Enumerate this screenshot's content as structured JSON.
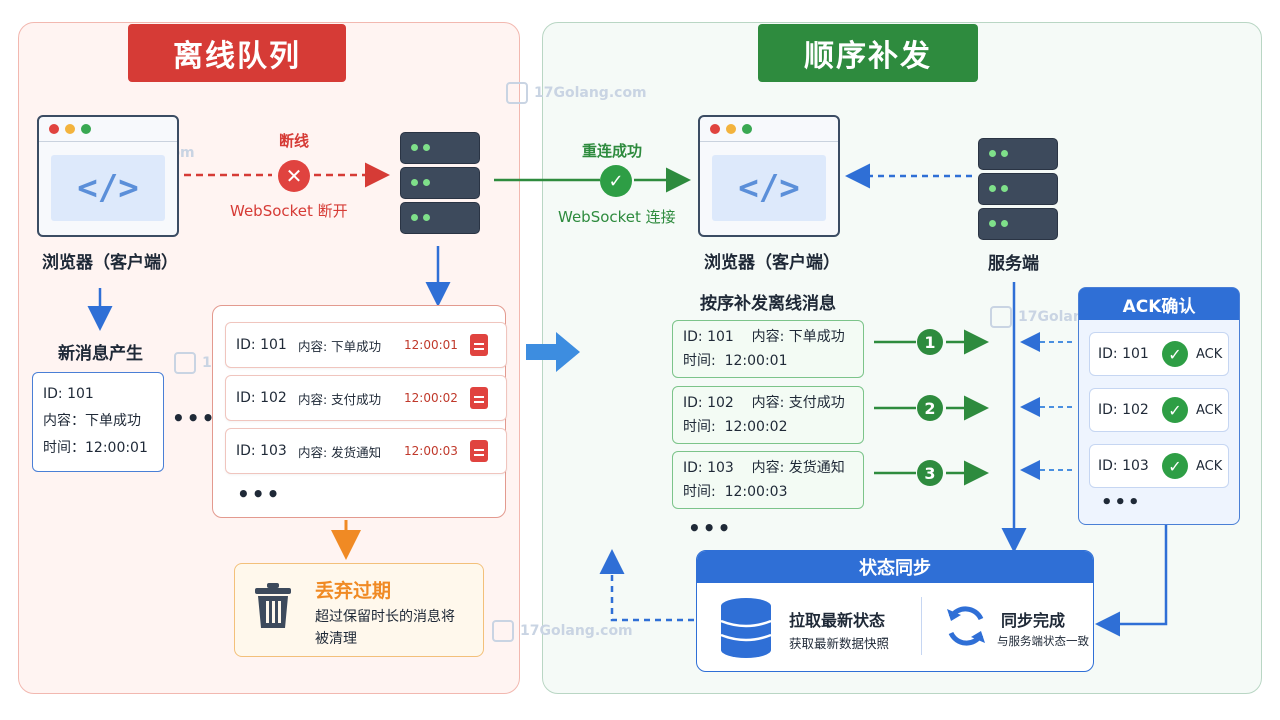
{
  "left": {
    "title": "离线队列",
    "browser_label": "浏览器（客户端）",
    "code_glyph": "</>",
    "disconnect_label": "断线",
    "websocket_disconnect": "WebSocket 断开",
    "new_message_label": "新消息产生",
    "new_message": {
      "id": "ID:  101",
      "content": "内容：下单成功",
      "time": "时间：12:00:01"
    },
    "ellipsis": "•••",
    "queue": [
      {
        "id": "ID: 101",
        "content": "内容: 下单成功",
        "time": "12:00:01"
      },
      {
        "id": "ID: 102",
        "content": "内容: 支付成功",
        "time": "12:00:02"
      },
      {
        "id": "ID: 103",
        "content": "内容: 发货通知",
        "time": "12:00:03"
      }
    ],
    "queue_more": "•••",
    "discard_title": "丢弃过期",
    "discard_desc_line1": "超过保留时长的消息将",
    "discard_desc_line2": "被清理"
  },
  "right": {
    "title": "顺序补发",
    "reconnect_label": "重连成功",
    "websocket_connect": "WebSocket 连接",
    "browser_label": "浏览器（客户端）",
    "code_glyph": "</>",
    "server_label": "服务端",
    "resend_label": "按序补发离线消息",
    "resend": [
      {
        "id_content": "ID: 101    内容: 下单成功",
        "time": "时间:  12:00:01",
        "step": "1"
      },
      {
        "id_content": "ID: 102    内容: 支付成功",
        "time": "时间:  12:00:02",
        "step": "2"
      },
      {
        "id_content": "ID: 103    内容: 发货通知",
        "time": "时间:  12:00:03",
        "step": "3"
      }
    ],
    "resend_more": "•••",
    "ack_title": "ACK确认",
    "acks": [
      {
        "id": "ID: 101",
        "ack": "ACK"
      },
      {
        "id": "ID: 102",
        "ack": "ACK"
      },
      {
        "id": "ID: 103",
        "ack": "ACK"
      }
    ],
    "ack_more": "•••",
    "sync_title": "状态同步",
    "sync_pull_title": "拉取最新状态",
    "sync_pull_desc": "获取最新数据快照",
    "sync_done_title": "同步完成",
    "sync_done_desc": "与服务端状态一致"
  },
  "watermark": "17Golang.com",
  "colors": {
    "red": "#d63b36",
    "green": "#2e8b3e",
    "blue": "#2f6fd6",
    "orange": "#f08a24"
  }
}
